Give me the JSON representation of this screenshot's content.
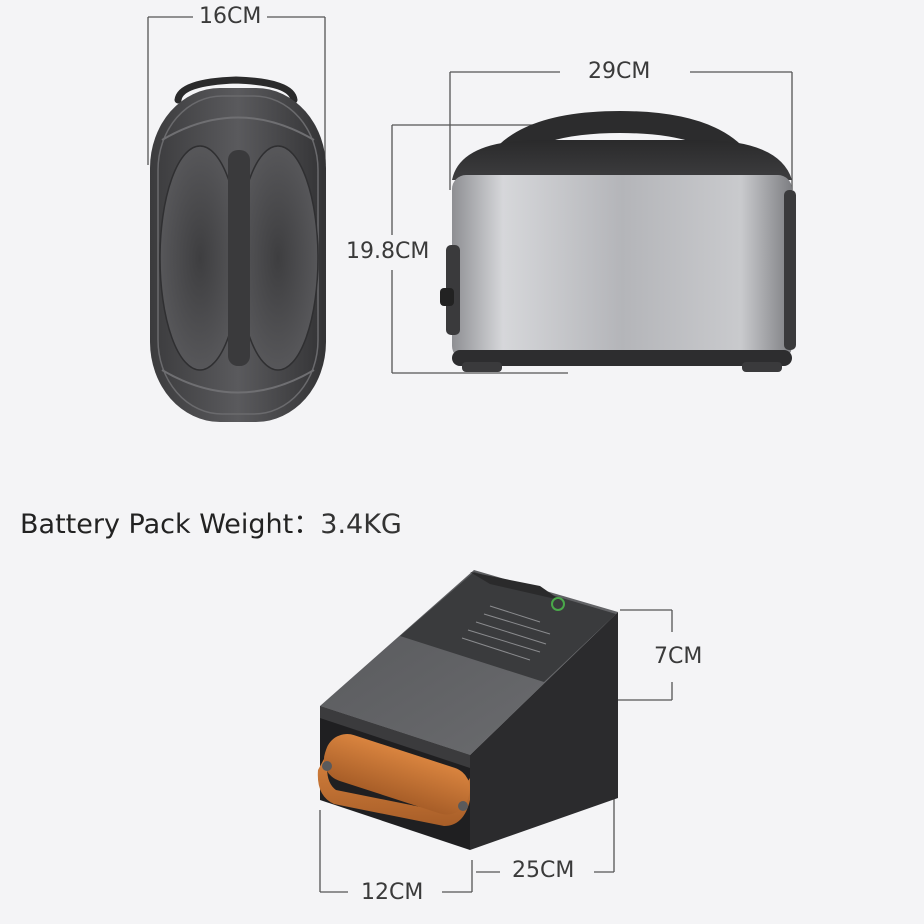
{
  "dimensions": {
    "front_width": "16CM",
    "side_width": "29CM",
    "side_height": "19.8CM",
    "battery_height": "7CM",
    "battery_length": "25CM",
    "battery_width": "12CM"
  },
  "weight": {
    "label": "Battery Pack Weight：",
    "value": "3.4KG"
  },
  "colors": {
    "background": "#f4f4f6",
    "case_dark": "#4a4a4c",
    "steel": "#b8b9bc",
    "strap": "#c87434"
  }
}
